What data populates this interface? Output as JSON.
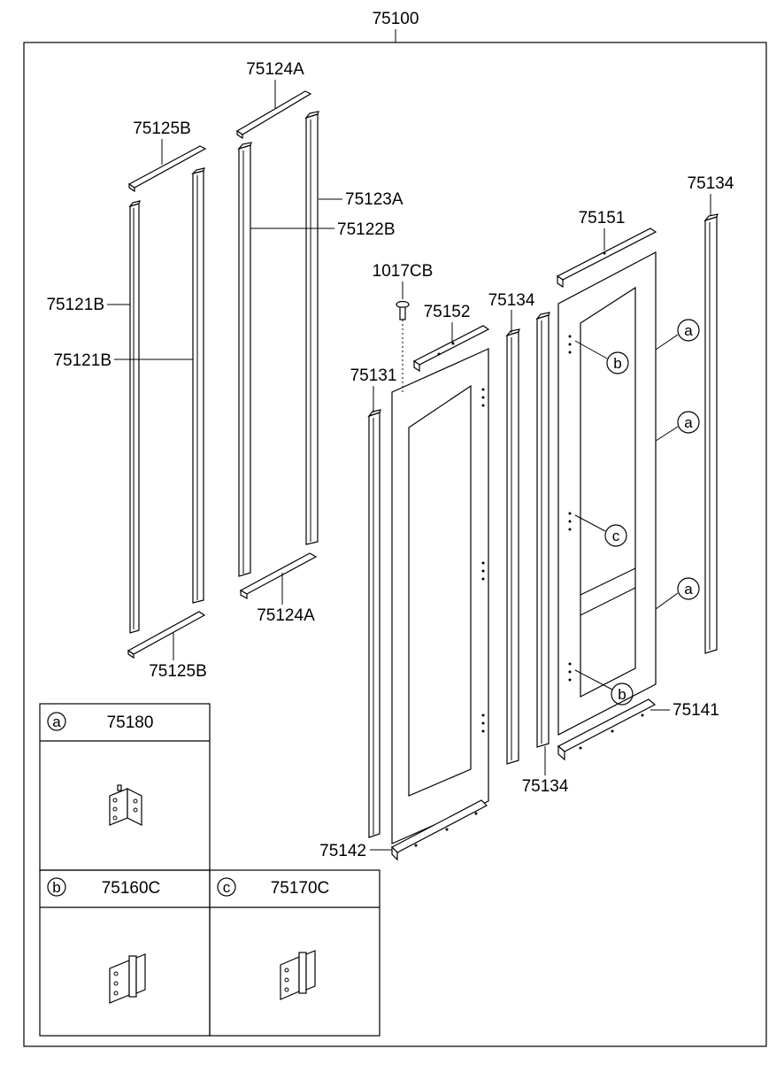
{
  "diagram": {
    "assembly_number": "75100",
    "labels": {
      "p75124A_top": "75124A",
      "p75125B_top": "75125B",
      "p75123A": "75123A",
      "p75122B": "75122B",
      "p75121B_1": "75121B",
      "p75121B_2": "75121B",
      "p75124A_bottom": "75124A",
      "p75125B_bottom": "75125B",
      "p1017CB": "1017CB",
      "p75152": "75152",
      "p75131": "75131",
      "p75134_mid": "75134",
      "p75151": "75151",
      "p75134_right": "75134",
      "p75141": "75141",
      "p75134_bottom": "75134",
      "p75142": "75142"
    },
    "callouts": {
      "a1": "a",
      "a2": "a",
      "a3": "a",
      "b1": "b",
      "b2": "b",
      "c1": "c"
    },
    "legend": {
      "a": {
        "letter": "a",
        "part": "75180"
      },
      "b": {
        "letter": "b",
        "part": "75160C"
      },
      "c": {
        "letter": "c",
        "part": "75170C"
      }
    }
  }
}
